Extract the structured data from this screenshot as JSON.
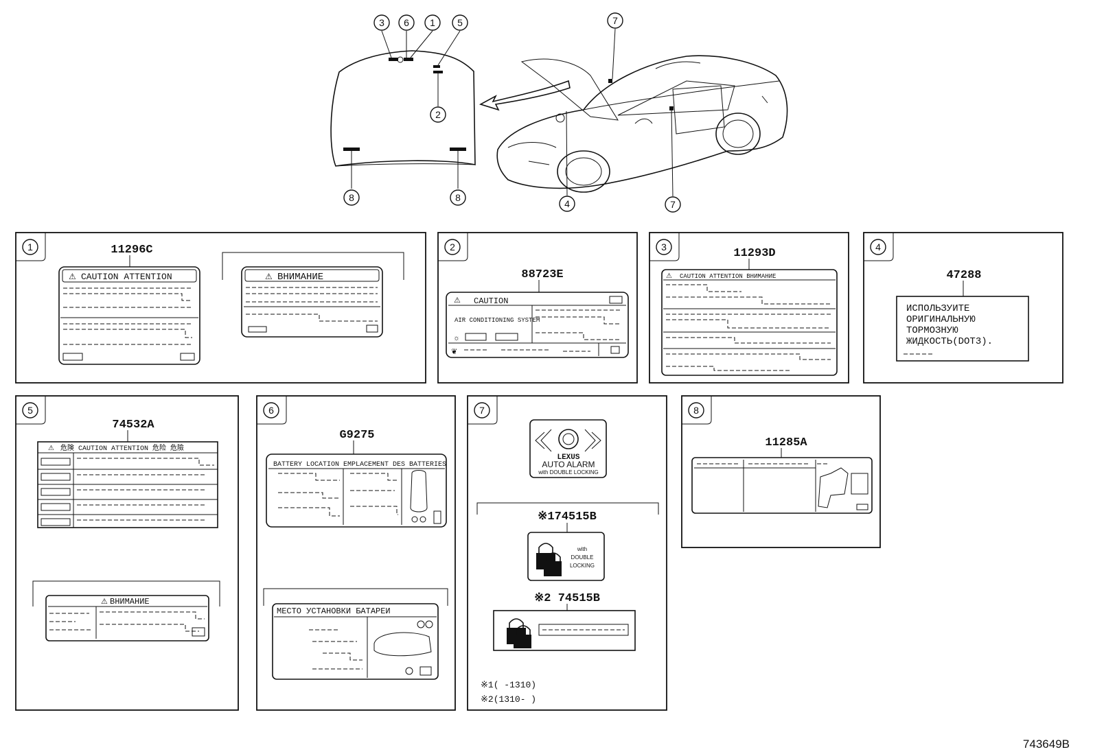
{
  "callouts": {
    "c1": "1",
    "c2": "2",
    "c3": "3",
    "c4": "4",
    "c5": "5",
    "c6": "6",
    "c7": "7",
    "c8": "8"
  },
  "panels": {
    "p1": {
      "part": "11296C",
      "label_a_header": "CAUTION   ATTENTION",
      "label_b_header": "ВНИМАНИЕ"
    },
    "p2": {
      "part": "88723E",
      "header": "CAUTION",
      "system": "AIR CONDITIONING SYSTEM"
    },
    "p3": {
      "part": "11293D",
      "header": "CAUTION  ATTENTION  ВНИМАНИЕ"
    },
    "p4": {
      "part": "47288",
      "lines": [
        "ИСПОЛЬЗУИТЕ",
        "ОРИГИНАЛЬНУЮ",
        "ТОРМОЗНУЮ",
        "ЖИДКОСТЬ(DOT3)."
      ]
    },
    "p5": {
      "part": "74532A",
      "label_a_header": "危険  CAUTION  ATTENTION 危险  危險",
      "label_b_header": "ВНИМАНИЕ"
    },
    "p6": {
      "part": "G9275",
      "label_a_header_left": "BATTERY LOCATION",
      "label_a_header_right": "EMPLACEMENT DES BATTERIES",
      "label_b_header": "МЕСТО  УСТАНОВКИ  БАТАРЕИ"
    },
    "p7": {
      "alarm_brand": "LEXUS",
      "alarm_title": "AUTO ALARM",
      "alarm_sub": "with DOUBLE LOCKING",
      "part_1": "※174515B",
      "part_2": "※2 74515B",
      "lock_text": [
        "with",
        "DOUBLE",
        "LOCKING"
      ],
      "note_1": "※1(     -1310)",
      "note_2": "※2(1310-     )"
    },
    "p8": {
      "part": "11285A"
    }
  },
  "figure_id": "743649B"
}
